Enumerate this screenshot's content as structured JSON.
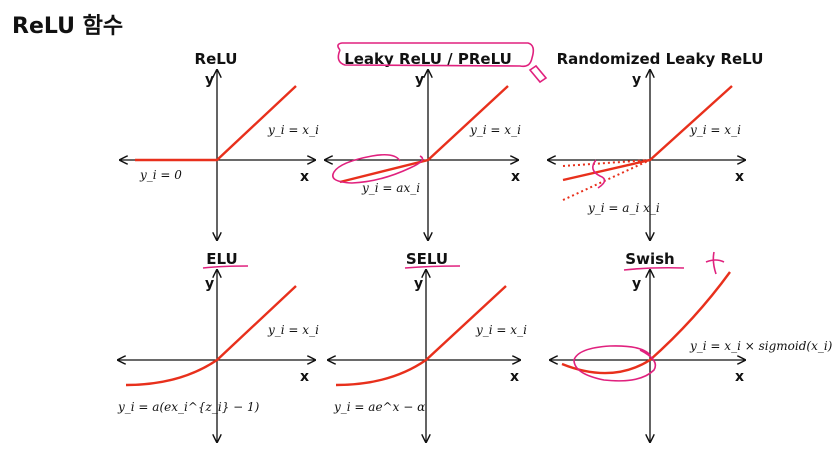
{
  "page": {
    "title": "ReLU 함수"
  },
  "axis_labels": {
    "x": "x",
    "y": "y"
  },
  "panels": [
    {
      "id": "relu",
      "title": "ReLU",
      "equations": [
        "y_i = x_i",
        "y_i = 0"
      ]
    },
    {
      "id": "leaky",
      "title": "Leaky ReLU / PReLU",
      "equations": [
        "y_i = x_i",
        "y_i = ax_i"
      ]
    },
    {
      "id": "rrelu",
      "title": "Randomized Leaky ReLU",
      "equations": [
        "y_i = x_i",
        "y_i = a_i x_i"
      ]
    },
    {
      "id": "elu",
      "title": "ELU",
      "equations": [
        "y_i = x_i",
        "y_i = a(ex_i^{z_i} − 1)"
      ]
    },
    {
      "id": "selu",
      "title": "SELU",
      "equations": [
        "y_i = x_i",
        "y_i = ae^x − α"
      ]
    },
    {
      "id": "swish",
      "title": "Swish",
      "equations": [
        "y_i = x_i × sigmoid(x_i)"
      ]
    }
  ],
  "colors": {
    "curve": "#e8301c",
    "annotation": "#e0217e",
    "axis": "#111111"
  }
}
